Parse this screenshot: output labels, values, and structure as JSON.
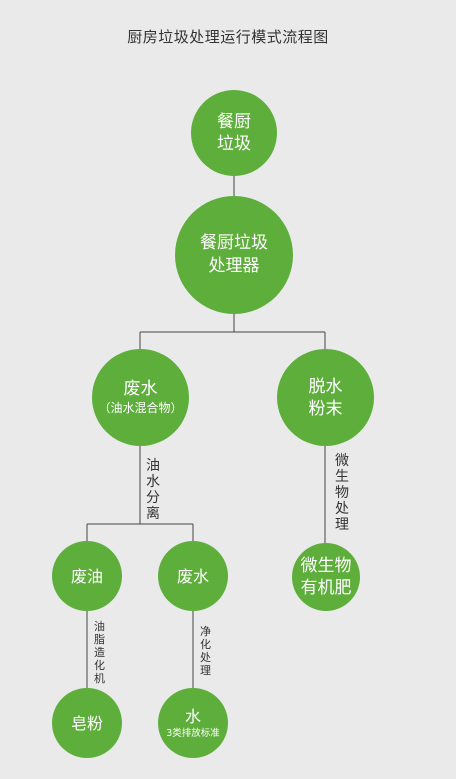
{
  "title": "厨房垃圾处理运行模式流程图",
  "theme": {
    "node_color": "#5eae3c",
    "line_color": "#444444",
    "text_color": "#ffffff",
    "background": "#eaeaea"
  },
  "nodes": {
    "canchu_laji": [
      "餐厨",
      "垃圾"
    ],
    "processor": [
      "餐厨垃圾",
      "处理器"
    ],
    "wastewater_mix": [
      "废水",
      "（油水混合物）"
    ],
    "dehydrated_powder": [
      "脱水",
      "粉末"
    ],
    "waste_oil": [
      "废油"
    ],
    "waste_water": [
      "废水"
    ],
    "soap_powder": [
      "皂粉"
    ],
    "water_standard": [
      "水",
      "3类排放标准"
    ],
    "microbial_fertilizer": [
      "微生物",
      "有机肥"
    ]
  },
  "edge_labels": {
    "oil_water_separation": [
      "油",
      "水",
      "分",
      "离"
    ],
    "microbial_treatment": [
      "微",
      "生",
      "物",
      "处",
      "理"
    ],
    "grease_soap_machine": [
      "油",
      "脂",
      "造",
      "化",
      "机"
    ],
    "purification": [
      "净",
      "化",
      "处",
      "理"
    ]
  }
}
